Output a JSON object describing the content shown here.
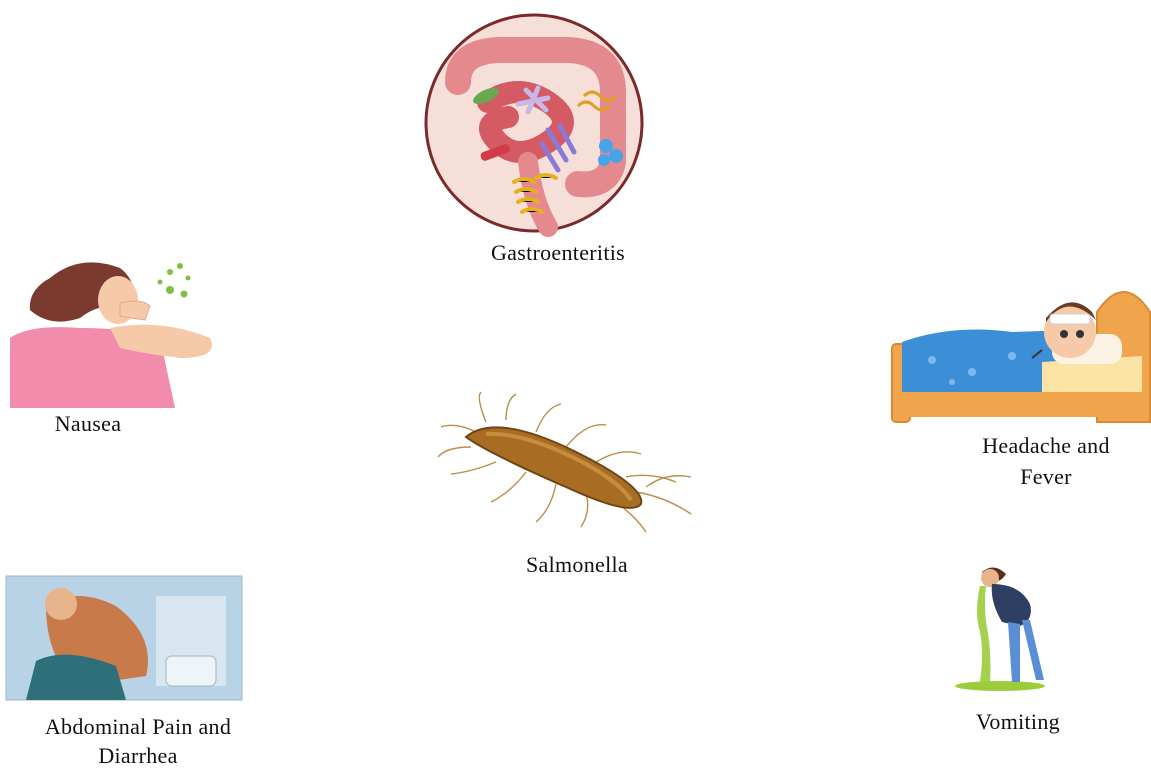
{
  "center": {
    "label": "Salmonella",
    "icon": "salmonella-bacterium-icon"
  },
  "symptoms": [
    {
      "id": "gastroenteritis",
      "label": "Gastroenteritis",
      "icon": "intestine-bacteria-icon"
    },
    {
      "id": "nausea",
      "label": "Nausea",
      "icon": "nauseous-woman-icon"
    },
    {
      "id": "headache-fever",
      "label_line1": "Headache and",
      "label_line2": "Fever",
      "icon": "sick-child-in-bed-icon"
    },
    {
      "id": "abdominal-diarrhea",
      "label_line1": "Abdominal Pain and",
      "label_line2": "Diarrhea",
      "icon": "man-on-toilet-icon"
    },
    {
      "id": "vomiting",
      "label": "Vomiting",
      "icon": "vomiting-woman-icon"
    }
  ],
  "colors": {
    "intestine": "#d9646b",
    "circle_bg": "#f6d9d4",
    "bacterium": "#b07a2a",
    "bed": "#f0a44c",
    "blanket": "#3c8fd6",
    "shirt_pink": "#f08aa8",
    "vomit": "#9ccc3c"
  }
}
